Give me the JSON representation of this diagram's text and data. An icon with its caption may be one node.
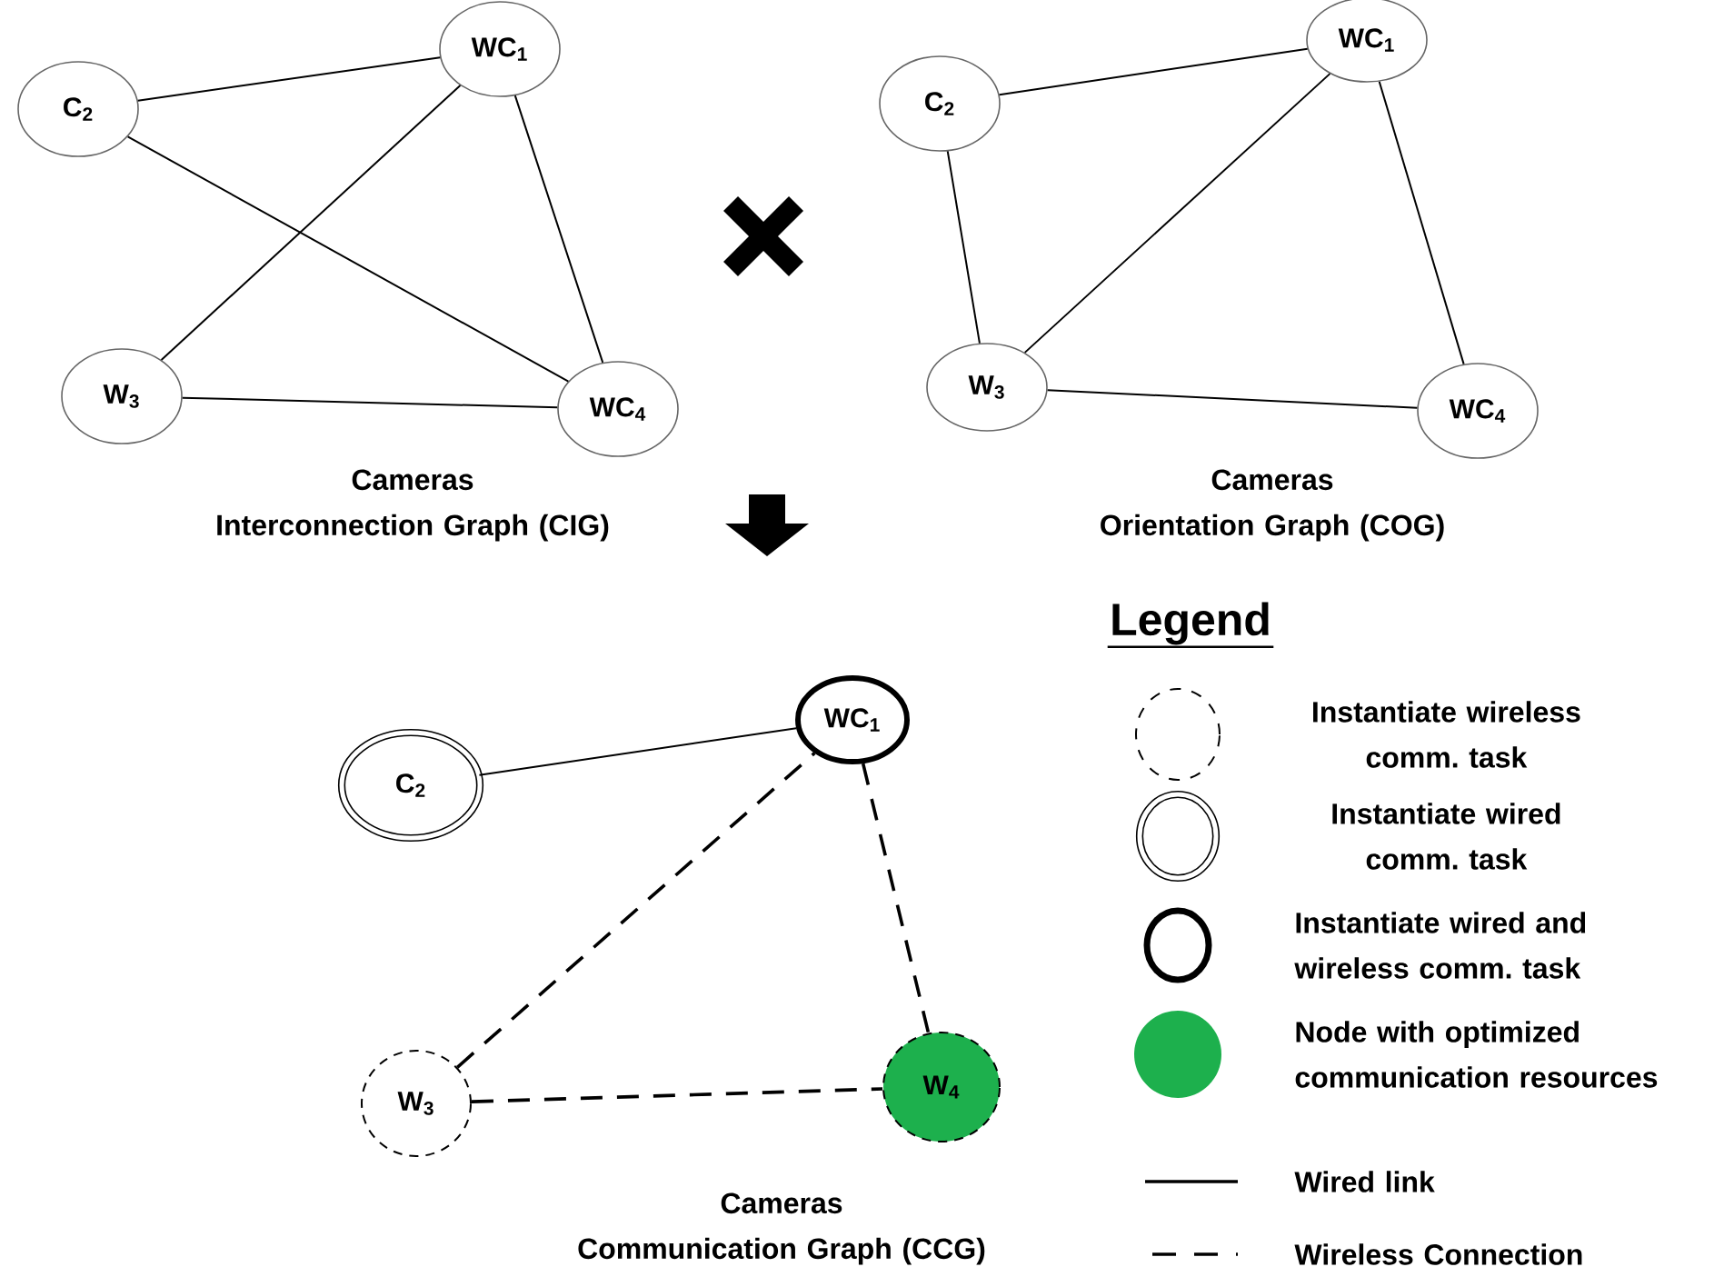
{
  "diagram": {
    "nodes": [
      {
        "text": [
          "C$_{2}$"
        ]
      },
      {
        "text": [
          "WC$_{1}$"
        ]
      },
      {
        "text": [
          "W$_{3}$"
        ]
      },
      {
        "text": [
          "WC$_{4}$"
        ]
      },
      {
        "text": [
          "C$_{2}$"
        ]
      },
      {
        "text": [
          "WC$_{1}$"
        ]
      },
      {
        "text": [
          "W$_{3}$"
        ]
      },
      {
        "text": [
          "WC$_{4}$"
        ]
      },
      {
        "text": [
          "C$_{2}$"
        ]
      },
      {
        "text": [
          "WC$_{1}$"
        ]
      },
      {
        "text": [
          "W$_{3}$"
        ]
      },
      {
        "text": [
          "W$_{4}$"
        ]
      }
    ],
    "edges": [
      {
        "from": 0,
        "to": 1,
        "arrow": "none"
      },
      {
        "from": 0,
        "to": 3,
        "arrow": "none"
      },
      {
        "from": 2,
        "to": 1,
        "arrow": "none"
      },
      {
        "from": 2,
        "to": 3,
        "arrow": "none"
      },
      {
        "from": 1,
        "to": 3,
        "arrow": "none"
      },
      {
        "from": 4,
        "to": 5,
        "arrow": "none"
      },
      {
        "from": 4,
        "to": 6,
        "arrow": "none"
      },
      {
        "from": 6,
        "to": 5,
        "arrow": "none"
      },
      {
        "from": 6,
        "to": 7,
        "arrow": "none"
      },
      {
        "from": 5,
        "to": 7,
        "arrow": "none"
      },
      {
        "from": 8,
        "to": 9,
        "arrow": "none"
      },
      {
        "from": 10,
        "to": 9,
        "arrow": "none",
        "style": "dashed"
      },
      {
        "from": 9,
        "to": 11,
        "arrow": "none",
        "style": "dashed"
      },
      {
        "from": 10,
        "to": 11,
        "arrow": "none",
        "style": "dashed"
      }
    ],
    "labels": [
      "Cameras Interconnection Graph (CIG)",
      "Cameras Orientation Graph (COG)",
      "Legend",
      "Cameras Communication Graph (CCG)"
    ],
    "legend": [
      {
        "text": "Instantiate wireless comm. task"
      },
      {
        "text": "Instantiate wired comm. task"
      },
      {
        "text": "Instantiate wired and wireless comm. task"
      },
      {
        "text": "Node with optimized communication resources",
        "color": "#1db04d"
      },
      {
        "text": "Wired link"
      },
      {
        "text": "Wireless Connection"
      }
    ]
  }
}
